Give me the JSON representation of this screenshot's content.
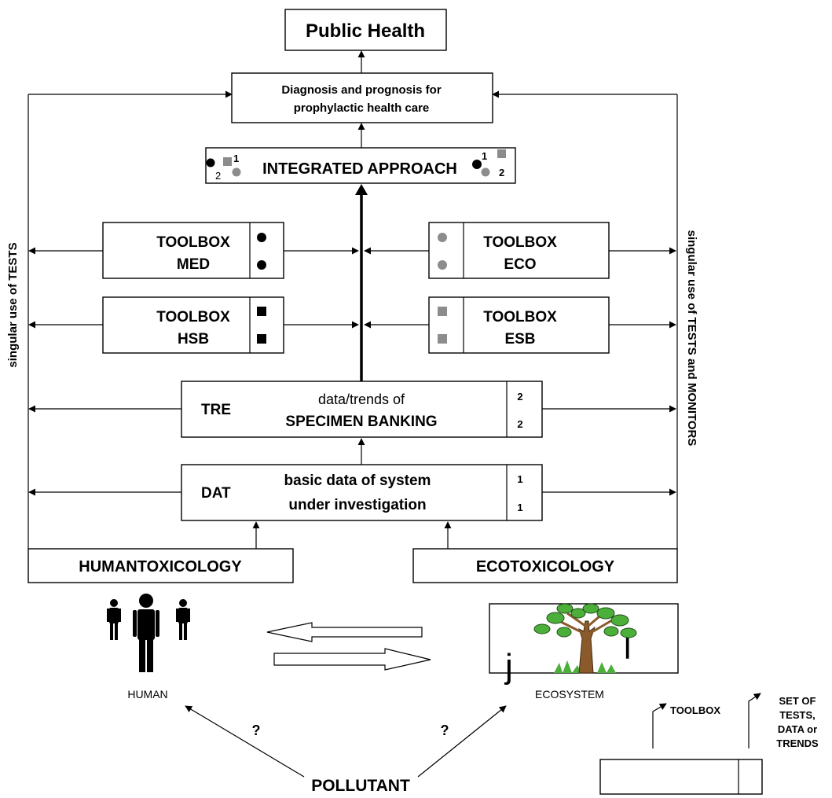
{
  "top": {
    "public_health": "Public Health",
    "diagnosis_line1": "Diagnosis and prognosis for",
    "diagnosis_line2": "prophylactic health care",
    "integrated": "INTEGRATED APPROACH",
    "left_marker_1": "1",
    "left_marker_2": "2",
    "right_marker_1": "1",
    "right_marker_2": "2"
  },
  "toolboxes": {
    "med_line1": "TOOLBOX",
    "med_line2": "MED",
    "eco_line1": "TOOLBOX",
    "eco_line2": "ECO",
    "hsb_line1": "TOOLBOX",
    "hsb_line2": "HSB",
    "esb_line1": "TOOLBOX",
    "esb_line2": "ESB"
  },
  "tre": {
    "code": "TRE",
    "line1": "data/trends of",
    "line2": "SPECIMEN BANKING",
    "marker_top": "2",
    "marker_bottom": "2"
  },
  "dat": {
    "code": "DAT",
    "line1": "basic data of system",
    "line2": "under investigation",
    "marker_top": "1",
    "marker_bottom": "1"
  },
  "sides": {
    "left_label": "singular use of TESTS",
    "right_label": "singular use of TESTS and MONITORS"
  },
  "base": {
    "humantox": "HUMANTOXICOLOGY",
    "ecotox": "ECOTOXICOLOGY",
    "human": "HUMAN",
    "ecosystem": "ECOSYSTEM",
    "eco_letter_left": "j",
    "eco_letter_right": "l",
    "question_left": "?",
    "question_right": "?",
    "pollutant": "POLLUTANT"
  },
  "legend": {
    "toolbox": "TOOLBOX",
    "set_line1": "SET OF",
    "set_line2": "TESTS,",
    "set_line3": "DATA or",
    "set_line4": "TRENDS"
  },
  "colors": {
    "black_marker": "#000000",
    "grey_marker": "#8c8c8c",
    "leaf_green": "#4caf3a",
    "trunk_brown": "#8b5a2b"
  }
}
